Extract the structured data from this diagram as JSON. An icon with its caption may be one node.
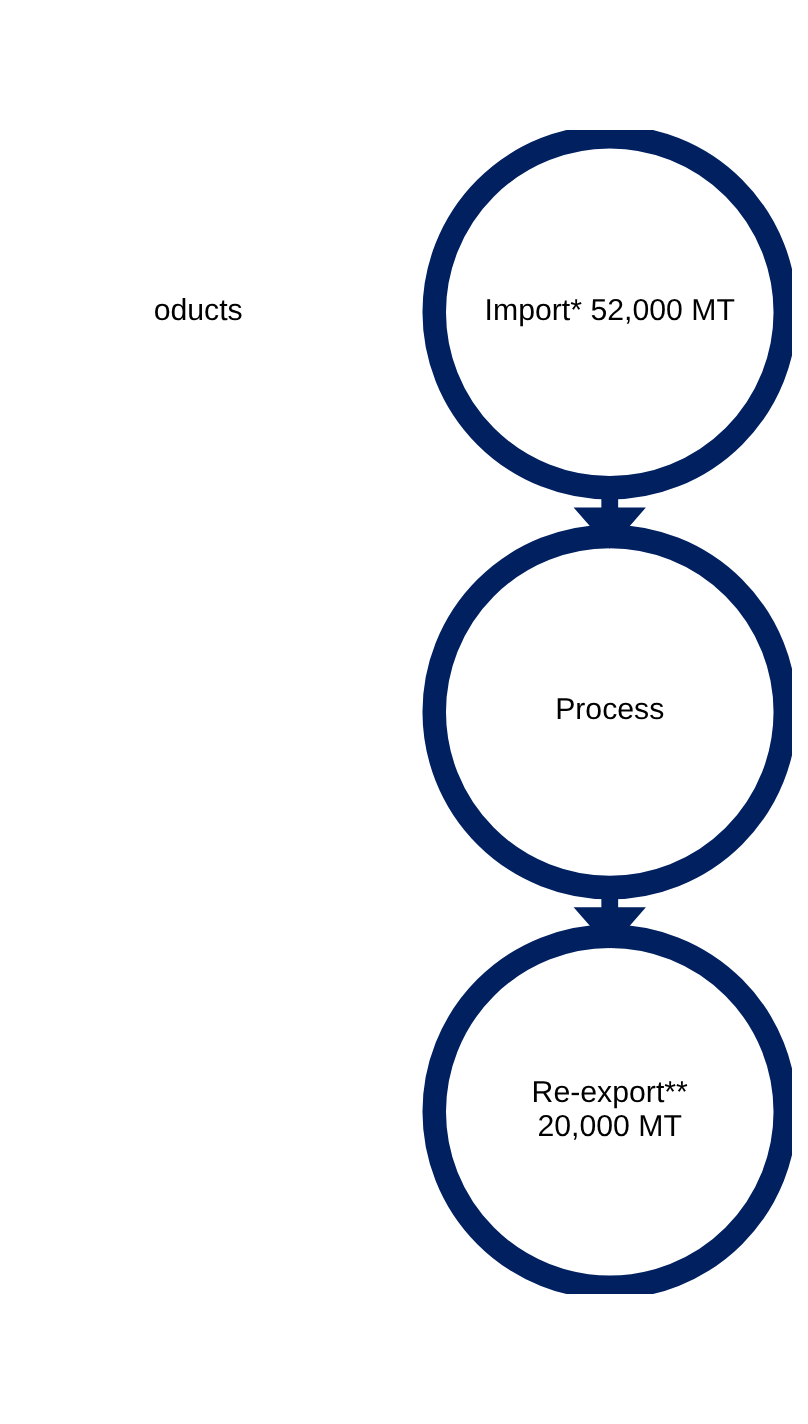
{
  "diagram": {
    "nodes": [
      {
        "text": [
          "Import* 52,000 MT"
        ]
      },
      {
        "text": [
          "Process"
        ]
      },
      {
        "text": [
          "Re-export**",
          "20,000 MT"
        ]
      }
    ],
    "edges": [
      {
        "from": 0,
        "to": 1,
        "arrow": "to"
      },
      {
        "from": 1,
        "to": 2,
        "arrow": "to"
      }
    ],
    "labels": [
      "oducts"
    ]
  }
}
